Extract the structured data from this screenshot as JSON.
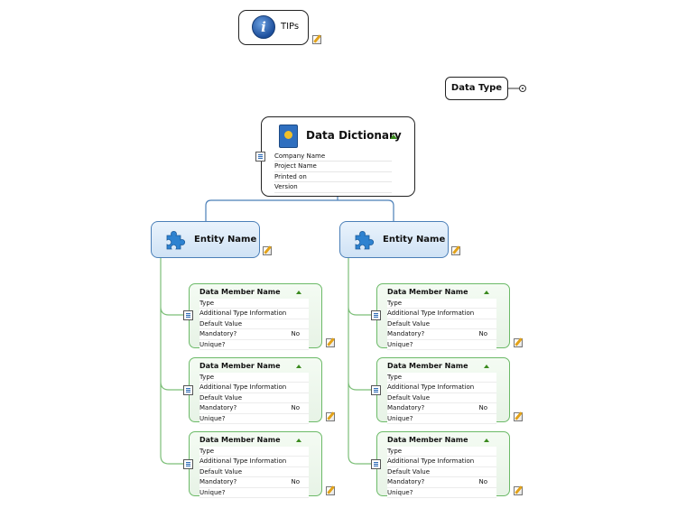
{
  "tips": {
    "label": "TIPs",
    "icon": "info-icon"
  },
  "data_type": {
    "label": "Data Type"
  },
  "dictionary": {
    "title": "Data Dictionary",
    "icon": "book-icon",
    "fields": [
      "Company Name",
      "Project Name",
      "Printed on",
      "Version"
    ]
  },
  "entities": [
    {
      "label": "Entity Name",
      "members": [
        {
          "title": "Data Member Name",
          "rows": [
            {
              "label": "Type",
              "value": ""
            },
            {
              "label": "Additional Type Information",
              "value": ""
            },
            {
              "label": "Default Value",
              "value": ""
            },
            {
              "label": "Mandatory?",
              "value": "No"
            },
            {
              "label": "Unique?",
              "value": ""
            }
          ]
        },
        {
          "title": "Data Member Name",
          "rows": [
            {
              "label": "Type",
              "value": ""
            },
            {
              "label": "Additional Type Information",
              "value": ""
            },
            {
              "label": "Default Value",
              "value": ""
            },
            {
              "label": "Mandatory?",
              "value": "No"
            },
            {
              "label": "Unique?",
              "value": ""
            }
          ]
        },
        {
          "title": "Data Member Name",
          "rows": [
            {
              "label": "Type",
              "value": ""
            },
            {
              "label": "Additional Type Information",
              "value": ""
            },
            {
              "label": "Default Value",
              "value": ""
            },
            {
              "label": "Mandatory?",
              "value": "No"
            },
            {
              "label": "Unique?",
              "value": ""
            }
          ]
        }
      ]
    },
    {
      "label": "Entity Name",
      "members": [
        {
          "title": "Data Member Name",
          "rows": [
            {
              "label": "Type",
              "value": ""
            },
            {
              "label": "Additional Type Information",
              "value": ""
            },
            {
              "label": "Default Value",
              "value": ""
            },
            {
              "label": "Mandatory?",
              "value": "No"
            },
            {
              "label": "Unique?",
              "value": ""
            }
          ]
        },
        {
          "title": "Data Member Name",
          "rows": [
            {
              "label": "Type",
              "value": ""
            },
            {
              "label": "Additional Type Information",
              "value": ""
            },
            {
              "label": "Default Value",
              "value": ""
            },
            {
              "label": "Mandatory?",
              "value": "No"
            },
            {
              "label": "Unique?",
              "value": ""
            }
          ]
        },
        {
          "title": "Data Member Name",
          "rows": [
            {
              "label": "Type",
              "value": ""
            },
            {
              "label": "Additional Type Information",
              "value": ""
            },
            {
              "label": "Default Value",
              "value": ""
            },
            {
              "label": "Mandatory?",
              "value": "No"
            },
            {
              "label": "Unique?",
              "value": ""
            }
          ]
        }
      ]
    }
  ],
  "colors": {
    "entity_border": "#4b7fb8",
    "member_border": "#6cba68",
    "connector_blue": "#4b7fb8",
    "connector_green": "#7cbf78",
    "expand_caret": "#3a8a1e"
  }
}
